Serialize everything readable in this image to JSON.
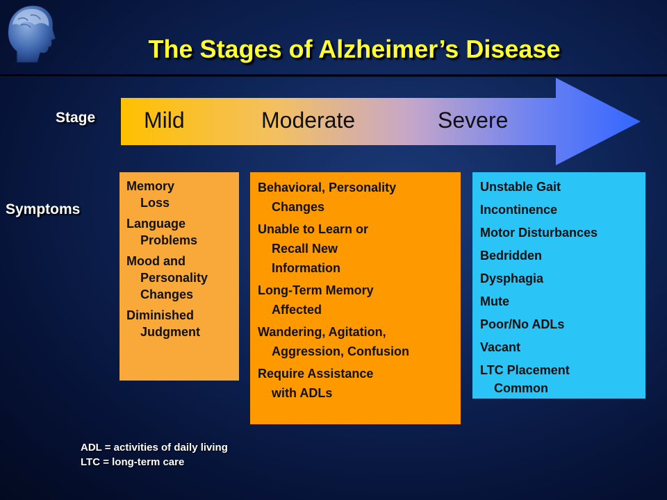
{
  "title": "The Stages of Alzheimer’s Disease",
  "labels": {
    "stage": "Stage",
    "symptoms": "Symptoms"
  },
  "stages": [
    "Mild",
    "Moderate",
    "Severe"
  ],
  "colors": {
    "title": "#ffff33",
    "arrow_start": "#ffc000",
    "arrow_end": "#3366ff",
    "mild_box": "#f9a93a",
    "moderate_box": "#ff9900",
    "severe_box": "#2bc4f6"
  },
  "icons": {
    "logo": "head-brain-icon"
  },
  "symptoms": {
    "mild": [
      [
        "Memory",
        "Loss"
      ],
      [
        "Language",
        "Problems"
      ],
      [
        "Mood and",
        "Personality",
        "Changes"
      ],
      [
        "Diminished",
        "Judgment"
      ]
    ],
    "moderate": [
      [
        "Behavioral, Personality",
        "Changes"
      ],
      [
        "Unable to Learn or",
        "Recall New",
        "Information"
      ],
      [
        "Long-Term Memory",
        "Affected"
      ],
      [
        "Wandering, Agitation,",
        "Aggression, Confusion"
      ],
      [
        "Require Assistance",
        "with ADLs"
      ]
    ],
    "severe": [
      [
        "Unstable Gait"
      ],
      [
        "Incontinence"
      ],
      [
        "Motor Disturbances"
      ],
      [
        "Bedridden"
      ],
      [
        "Dysphagia"
      ],
      [
        "Mute"
      ],
      [
        "Poor/No ADLs"
      ],
      [
        "Vacant"
      ],
      [
        "LTC Placement",
        "Common"
      ]
    ]
  },
  "footnotes": [
    "ADL = activities of daily living",
    "LTC = long-term care"
  ]
}
